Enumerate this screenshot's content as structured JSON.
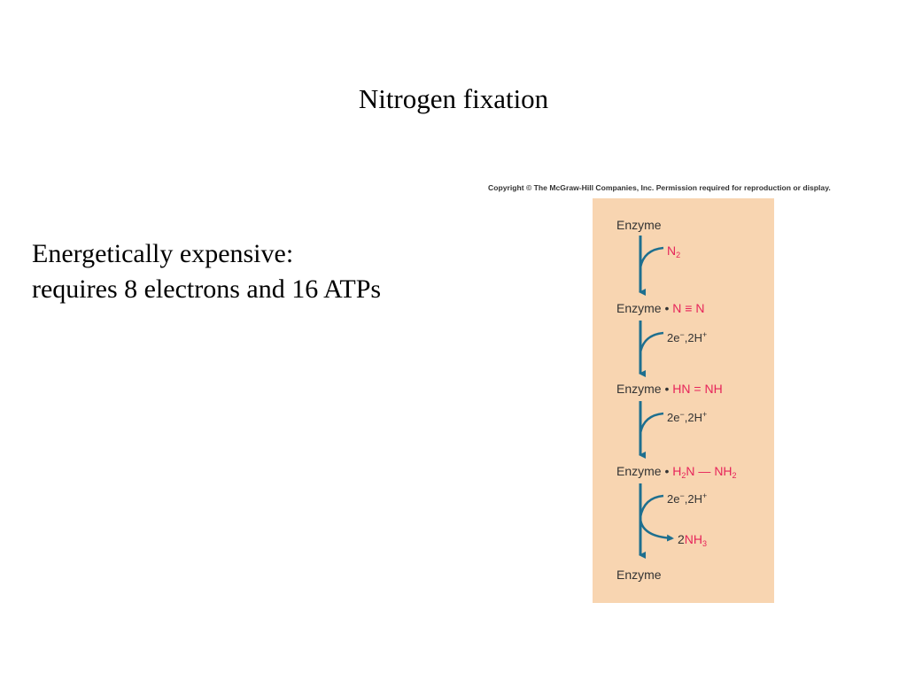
{
  "slide": {
    "title": "Nitrogen fixation",
    "body_lines": [
      "Energetically expensive:",
      "requires 8 electrons and 16 ATPs"
    ]
  },
  "figure": {
    "copyright": "Copyright © The McGraw-Hill Companies, Inc. Permission required for reproduction or display.",
    "colors": {
      "panel_background": "#f8d5b1",
      "arrow": "#1e6f8f",
      "chemical": "#e6245a",
      "text": "#333333"
    },
    "steps": [
      {
        "enzyme": "Enzyme",
        "bond": ""
      },
      {
        "enzyme": "Enzyme •",
        "left": "N",
        "bond": "≡",
        "right": "N"
      },
      {
        "enzyme": "Enzyme •",
        "left": "HN",
        "bond": "=",
        "right": "NH"
      },
      {
        "enzyme": "Enzyme •",
        "left": "H",
        "left_sub": "2",
        "left_tail": "N",
        "bond": "—",
        "right": "NH",
        "right_sub": "2"
      },
      {
        "enzyme": "Enzyme"
      }
    ],
    "inputs": {
      "n2": {
        "base": "N",
        "sub": "2"
      },
      "reagent": {
        "e": "2e",
        "e_sup": "−",
        "sep": ",2H",
        "h_sup": "+"
      },
      "product": {
        "coef": "2NH",
        "sub": "3"
      }
    }
  }
}
